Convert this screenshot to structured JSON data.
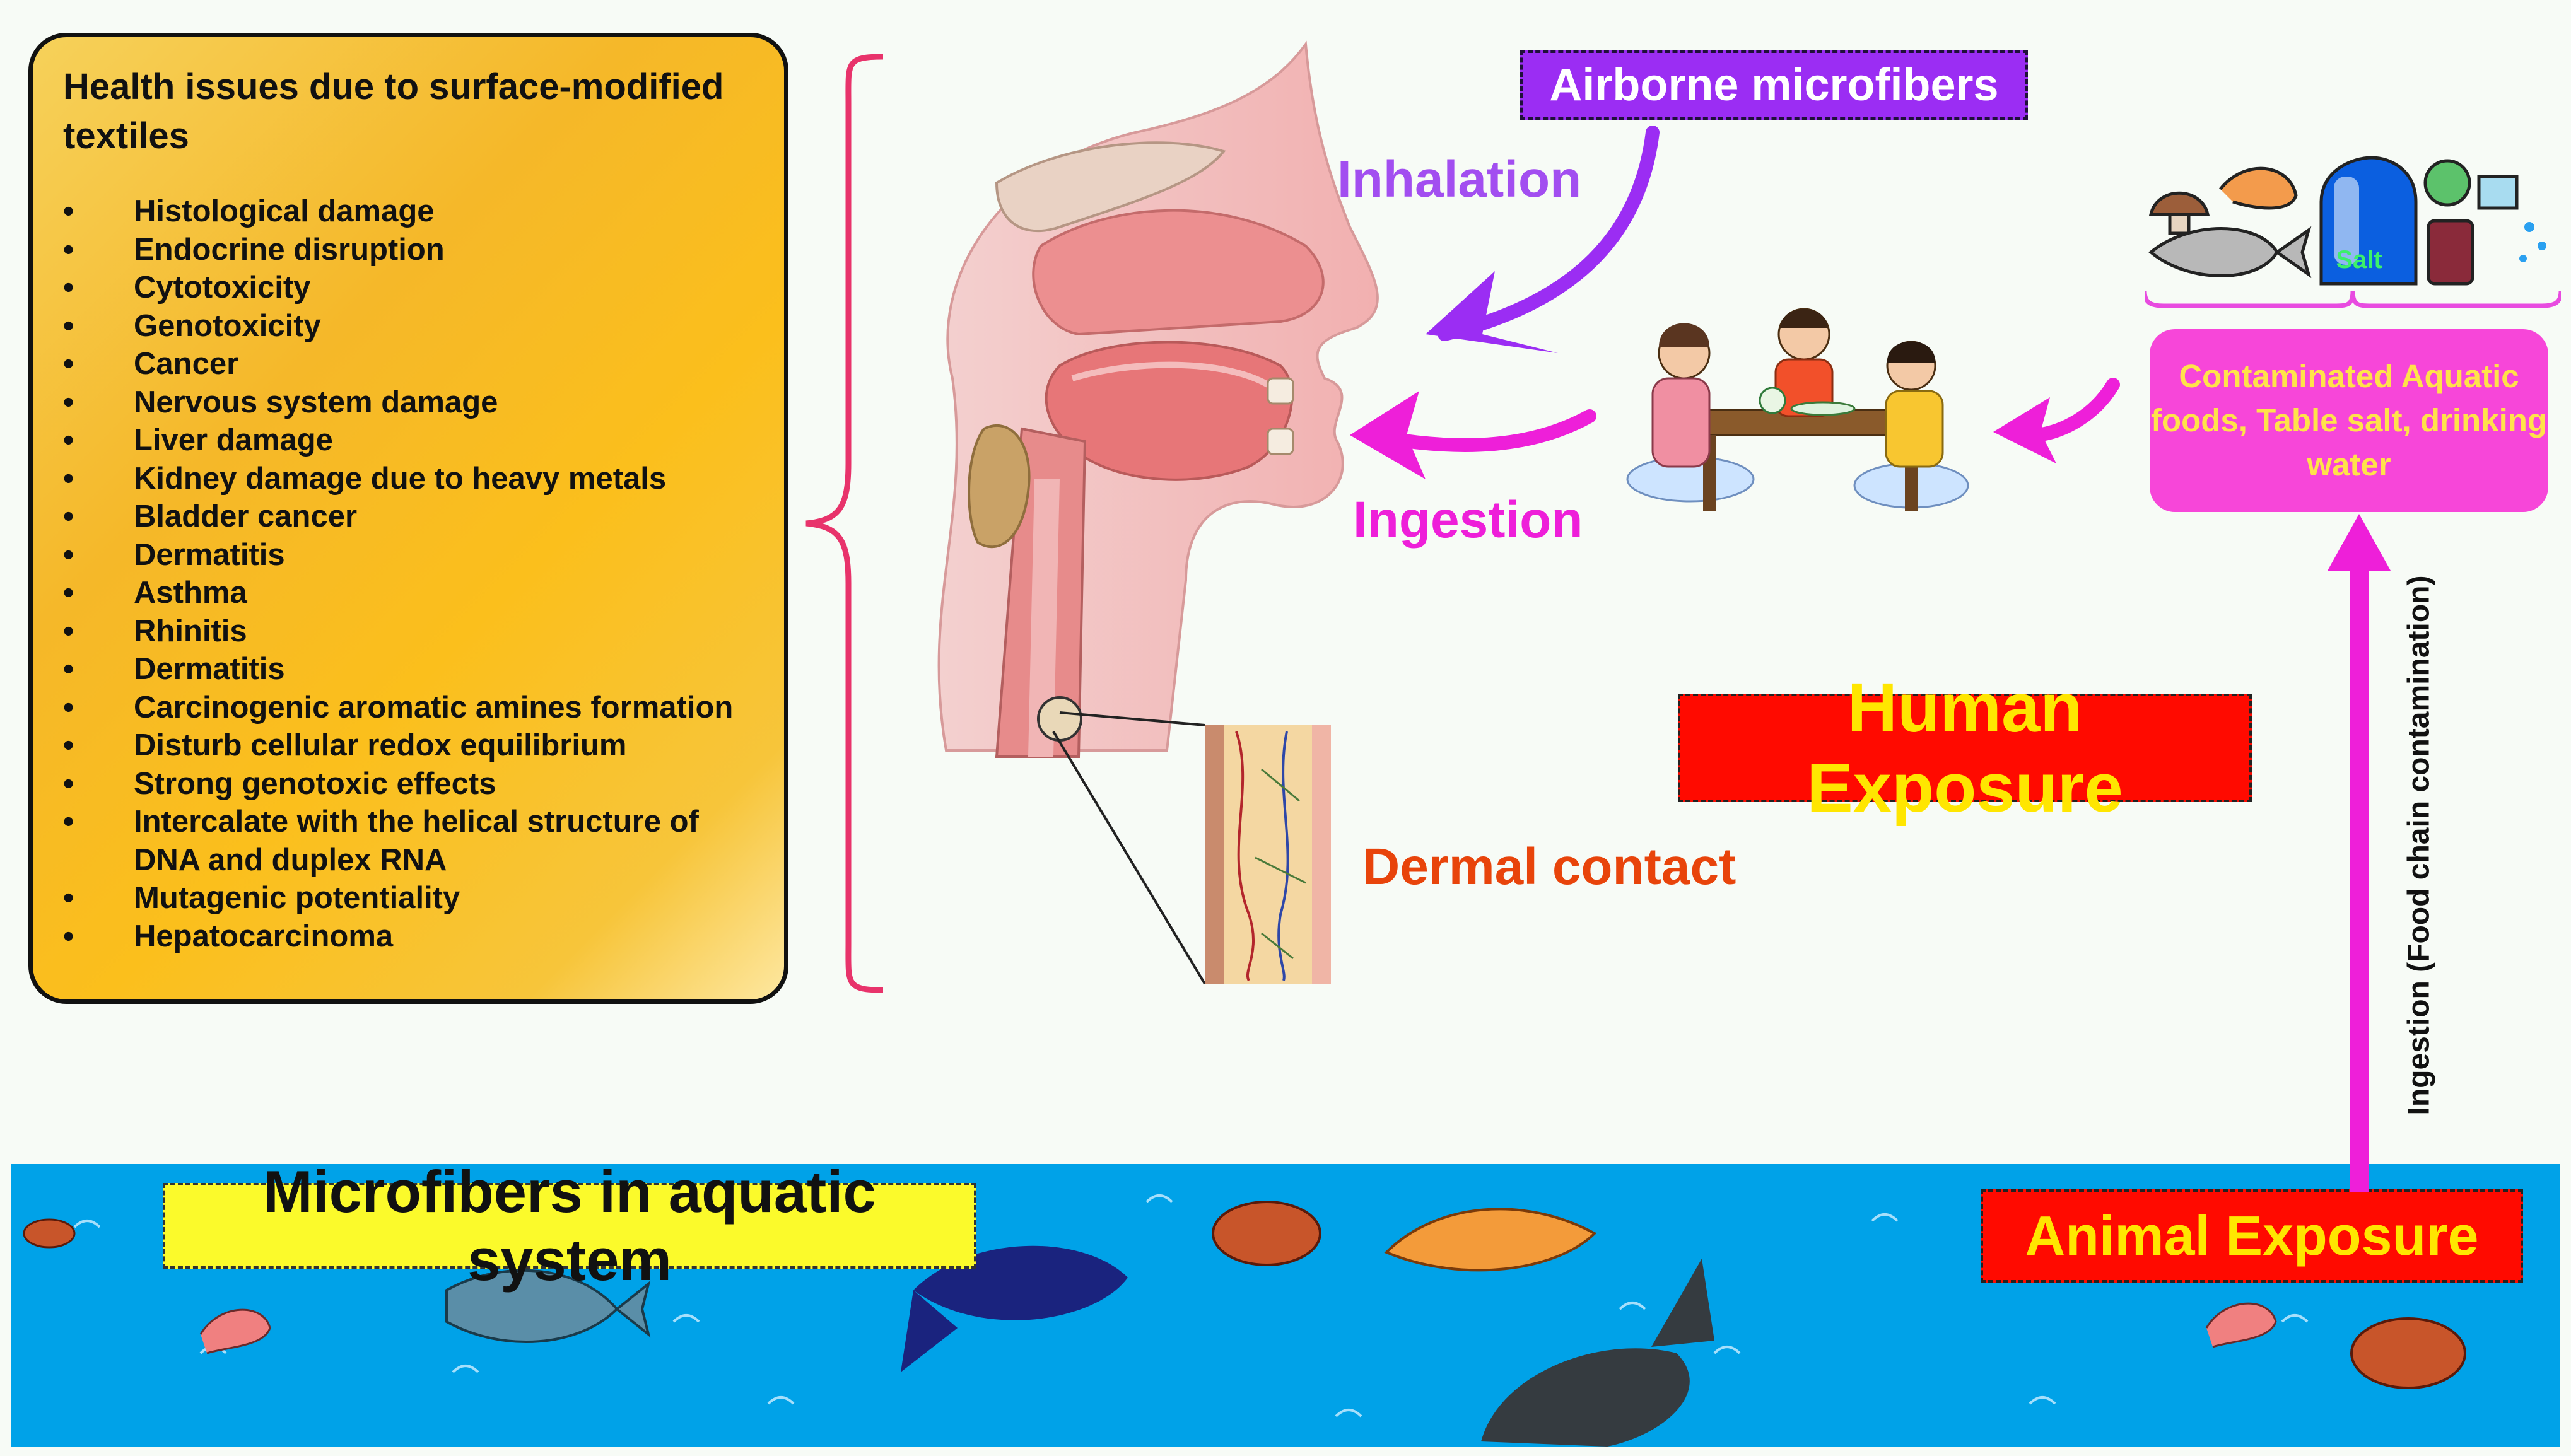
{
  "health_box": {
    "title": "Health issues due to surface-modified textiles",
    "items": [
      "Histological damage",
      "Endocrine disruption",
      "Cytotoxicity",
      "Genotoxicity",
      "Cancer",
      "Nervous system damage",
      "Liver damage",
      "Kidney damage due to heavy metals",
      "Bladder cancer",
      "Dermatitis",
      "Asthma",
      "Rhinitis",
      "Dermatitis",
      "Carcinogenic aromatic amines formation",
      "Disturb cellular redox equilibrium",
      "Strong genotoxic effects",
      "Intercalate with the helical structure of DNA and duplex RNA",
      "Mutagenic potentiality",
      "Hepatocarcinoma"
    ]
  },
  "labels": {
    "airborne": "Airborne microfibers",
    "inhalation": "Inhalation",
    "ingestion": "Ingestion",
    "dermal": "Dermal contact",
    "human_exposure": "Human Exposure",
    "animal_exposure": "Animal Exposure",
    "contaminated": "Contaminated Aquatic foods, Table salt, drinking water",
    "ingestion_vertical": "Ingestion (Food chain contamination)",
    "microfibers_aquatic": "Microfibers in aquatic system",
    "salt": "Salt"
  },
  "colors": {
    "bracket": "#e8336b",
    "inhalation": "#a24ef0",
    "ingestion": "#ee1fd9",
    "water": "#00a2e8",
    "alert_red": "#ff0a00",
    "alert_yellow": "#ffe600"
  }
}
